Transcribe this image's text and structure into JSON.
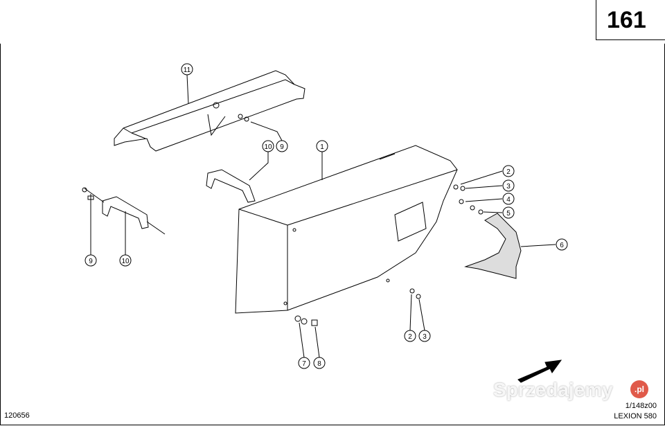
{
  "page_number": "161",
  "drawing_number": "120656",
  "reference": "1/148z00",
  "model": "LEXION 580",
  "watermark": {
    "text": "Sprzedajemy",
    "badge": ".pl"
  },
  "callouts": {
    "c11": "11",
    "c10a": "10",
    "c9a": "9",
    "c1": "1",
    "c2a": "2",
    "c3a": "3",
    "c4": "4",
    "c5": "5",
    "c6": "6",
    "c9b": "9",
    "c10b": "10",
    "c2b": "2",
    "c3b": "3",
    "c7": "7",
    "c8": "8"
  }
}
